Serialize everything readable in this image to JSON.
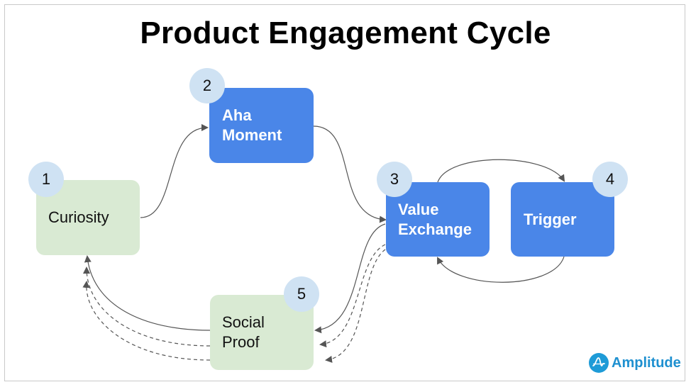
{
  "title": "Product Engagement Cycle",
  "nodes": {
    "curiosity": {
      "label": "Curiosity",
      "step": "1"
    },
    "aha": {
      "label": "Aha\nMoment",
      "step": "2"
    },
    "value": {
      "label": "Value\nExchange",
      "step": "3"
    },
    "trigger": {
      "label": "Trigger",
      "step": "4"
    },
    "social": {
      "label": "Social\nProof",
      "step": "5"
    }
  },
  "brand": {
    "name": "Amplitude",
    "icon": "amplitude-logo-icon"
  },
  "colors": {
    "blue_node": "#4a86e8",
    "green_node": "#d9ead3",
    "badge": "#cfe2f3",
    "arrow": "#555555",
    "brand": "#1e9bd7"
  }
}
